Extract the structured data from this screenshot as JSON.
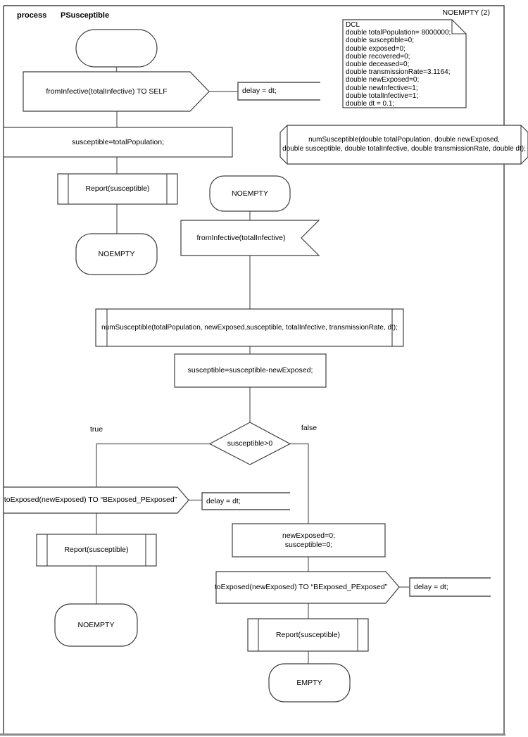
{
  "header": {
    "kind": "process",
    "name": "PSusceptible"
  },
  "annotations": {
    "noempty_ref": "NOEMPTY (2)",
    "dcl": {
      "lines": [
        "DCL",
        "double totalPopulation= 8000000;",
        "double susceptible=0;",
        "double exposed=0;",
        "double recovered=0;",
        "double deceased=0;",
        "double transmissionRate=3.1164;",
        "double newExposed=0;",
        "double newInfective=1;",
        "double totalInfective=1;",
        "double dt = 0.1;"
      ]
    },
    "procedure_decl": {
      "lines": [
        "numSusceptible(double totalPopulation, double newExposed,",
        "double susceptible, double totalInfective, double transmissionRate, double dt);"
      ]
    }
  },
  "flow": {
    "output_to_self": "fromInfective(totalInfective) TO SELF",
    "delay_comment": "delay = dt;",
    "task_init": "susceptible=totalPopulation;",
    "report_call": "Report(susceptible)",
    "state_noempty": "NOEMPTY",
    "state_empty": "EMPTY",
    "input_from_infective": "fromInfective(totalInfective)",
    "proc_call_numsusceptible": "numSusceptible(totalPopulation, newExposed,susceptible, totalInfective, transmissionRate, dt);",
    "task_update": "susceptible=susceptible-newExposed;",
    "decision": "susceptible>0",
    "branch_true": "true",
    "branch_false": "false",
    "output_to_exposed": "toExposed(newExposed) TO “BExposed_PExposed”",
    "task_reset": {
      "lines": [
        "newExposed=0;",
        "susceptible=0;"
      ]
    }
  }
}
